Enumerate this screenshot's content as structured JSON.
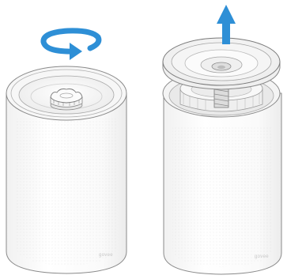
{
  "steps": [
    {
      "id": "unscrew-knob",
      "action_icon": "rotate-arrow-icon",
      "brand_label": "govee"
    },
    {
      "id": "lift-off-cover",
      "action_icon": "up-arrow-icon",
      "brand_label": "govee"
    }
  ],
  "colors": {
    "arrow": "#2e8fd6",
    "outline": "#8a8a8a",
    "body_fill": "#fbfbfb",
    "mesh": "#d6d6d6"
  }
}
